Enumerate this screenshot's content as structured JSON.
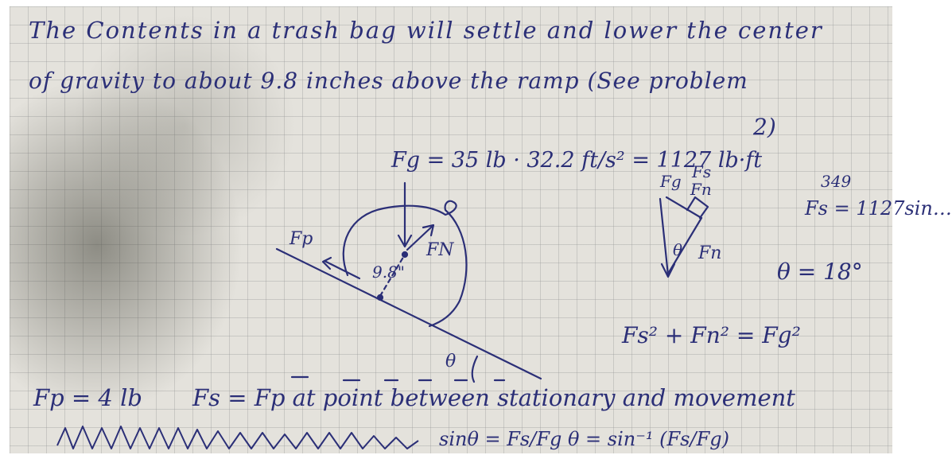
{
  "note": {
    "line1": "The Contents in a trash bag will settle and lower the center",
    "line2": "of gravity    to    about 9.8 inches above the ramp  (See problem",
    "line3": "2)",
    "fg_equation": "Fg = 35 lb · 32.2 ft/s² = 1127 lb·ft",
    "fs_number": "349",
    "fs_equation": "Fs = 1127sin…",
    "theta_equation": "θ = 18°",
    "pythagorean": "Fs² + Fn² = Fg²",
    "friction_equation": "Fp = 4 lb",
    "equilibrium": "Fs = Fp  at  point  between  stationary  and  movement",
    "bottom_line": "sinθ = Fs/Fg      θ = sin⁻¹ (Fs/Fg)"
  },
  "diagram": {
    "label_fp": "Fp",
    "label_fn": "FN",
    "label_height": "9.8\"",
    "label_theta": "θ"
  },
  "triangle": {
    "label_fg": "Fg",
    "label_fs": "Fs",
    "label_fn_top": "Fn",
    "label_theta": "θ",
    "label_fn": "Fn"
  },
  "colors": {
    "ink": "#2b2f77",
    "paper": "#e4e2dc",
    "grid": "#969696"
  }
}
